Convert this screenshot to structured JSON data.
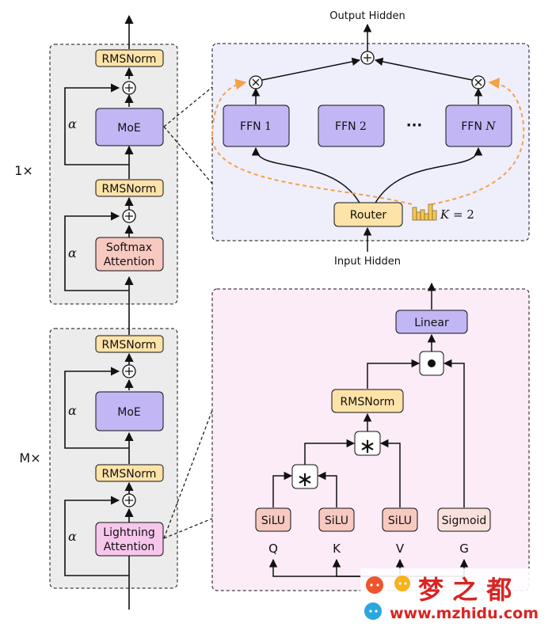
{
  "colors": {
    "rmsnorm": "#fde3a8",
    "moe": "#c3b6f5",
    "softmax": "#f8c9c1",
    "lightning": "#f7c6ec",
    "ffn_panel": "#efeefb",
    "attn_panel": "#fbecf7",
    "layer_bg": "#ececec",
    "route_arrow": "#f5a04a",
    "silu": "#f8c9c1",
    "sigmoid": "#fbe1dc",
    "watermark_text": "#d92424"
  },
  "left_stack": {
    "top_block": {
      "repeat": "1×",
      "rmsnorm_top": "RMSNorm",
      "moe": "MoE",
      "rmsnorm_mid": "RMSNorm",
      "attention_l1": "Softmax",
      "attention_l2": "Attention",
      "alpha_upper": "α",
      "alpha_lower": "α"
    },
    "bottom_block": {
      "repeat": "M×",
      "rmsnorm_top": "RMSNorm",
      "moe": "MoE",
      "rmsnorm_mid": "RMSNorm",
      "attention_l1": "Lightning",
      "attention_l2": "Attention",
      "alpha_upper": "α",
      "alpha_lower": "α"
    }
  },
  "moe_detail": {
    "output_label": "Output Hidden",
    "input_label": "Input Hidden",
    "router": "Router",
    "ffn1_prefix": "FFN",
    "ffn1_num": "1",
    "ffn2_prefix": "FFN",
    "ffn2_num": "2",
    "ffnN_prefix": "FFN",
    "ffnN_var": "N",
    "ellipsis": "···",
    "k_var": "K",
    "k_rest": "= 2"
  },
  "attention_detail": {
    "linear": "Linear",
    "rmsnorm": "RMSNorm",
    "silu_1": "SiLU",
    "silu_2": "SiLU",
    "silu_3": "SiLU",
    "sigmoid": "Sigmoid",
    "q": "Q",
    "k": "K",
    "v": "V",
    "g": "G"
  },
  "watermark": {
    "cn": "梦 之 都",
    "url": "www.mzhidu.com"
  }
}
